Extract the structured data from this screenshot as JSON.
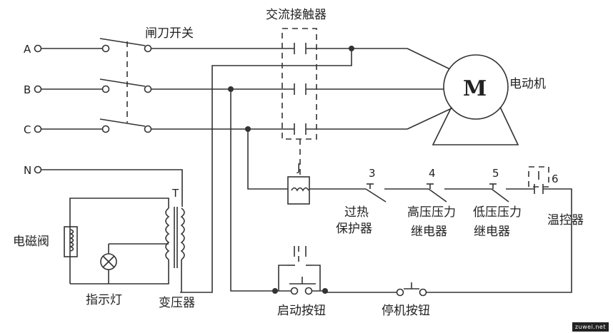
{
  "labels": {
    "ac_contactor": "交流接触器",
    "knife_switch": "闸刀开关",
    "motor": "电动机",
    "motor_symbol": "M",
    "solenoid_valve": "电磁阀",
    "indicator_lamp": "指示灯",
    "transformer": "变压器",
    "transformer_symbol": "T",
    "contactor_coil": "J",
    "overheat_1": "过热",
    "overheat_2": "保护器",
    "high_pressure_1": "高压压力",
    "high_pressure_2": "继电器",
    "low_pressure_1": "低压压力",
    "low_pressure_2": "继电器",
    "thermostat": "温控器",
    "start_button": "启动按钮",
    "stop_button": "停机按钮"
  },
  "terminals": [
    "A",
    "B",
    "C",
    "N"
  ],
  "contact_numbers": [
    "3",
    "4",
    "5",
    "6"
  ],
  "watermark": "zuwei.net"
}
